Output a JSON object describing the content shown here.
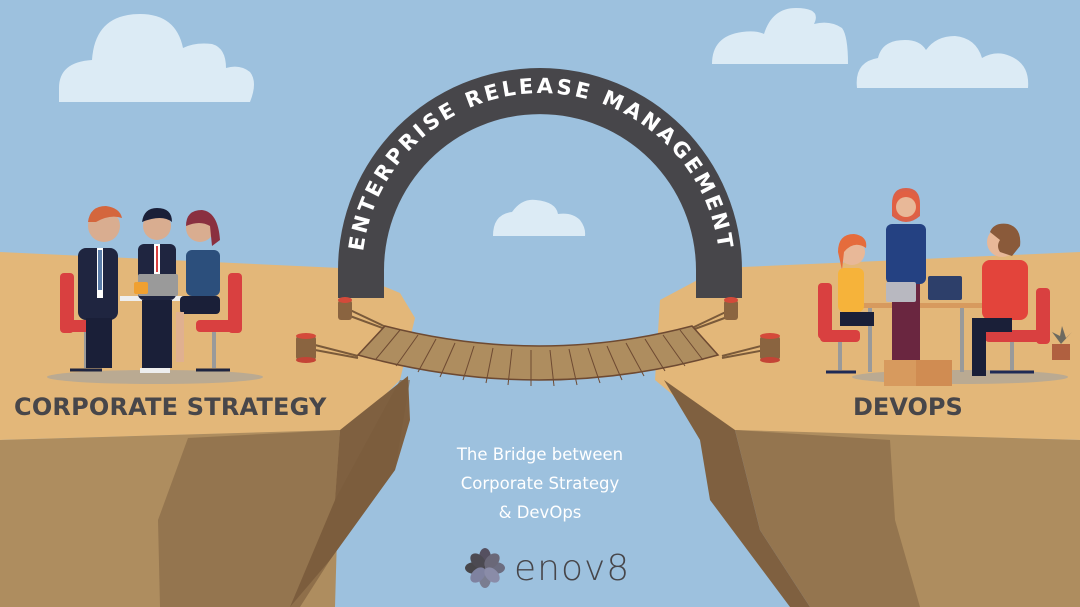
{
  "arch": {
    "title": "ENTERPRISE RELEASE MANAGEMENT",
    "color": "#47464a",
    "text_color": "#ffffff"
  },
  "left_side": {
    "label": "CORPORATE STRATEGY",
    "illustration": "three business people meeting at table"
  },
  "right_side": {
    "label": "DEVOPS",
    "illustration": "three developers working at desk with laptops"
  },
  "tagline": {
    "lines": [
      "The Bridge between",
      "Corporate Strategy",
      "& DevOps"
    ]
  },
  "logo": {
    "icon": "flower-logo-icon",
    "text": "enov8"
  },
  "colors": {
    "sky": "#9dc1de",
    "cloud": "#dcebf5",
    "ground_top": "#e3b779",
    "cliff_light": "#ae8d5f",
    "cliff_dark": "#94754f",
    "cliff_shadow": "#7f6040",
    "bridge_plank": "#ae8d5f",
    "label_text": "#47464a"
  }
}
